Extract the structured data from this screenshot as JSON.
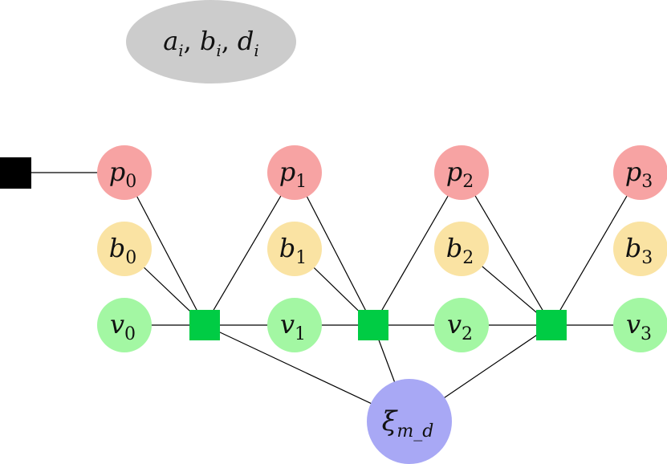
{
  "legend": {
    "text_parts": [
      {
        "base": "a",
        "sub": "i"
      },
      {
        "base": "b",
        "sub": "i"
      },
      {
        "base": "d",
        "sub": "i"
      }
    ],
    "separator": ",",
    "fill": "#cccccc"
  },
  "colors": {
    "p": "#f7a3a3",
    "b": "#fae3a3",
    "v": "#a3f7a3",
    "xi": "#a8a8f5",
    "factor": "#00cc44",
    "prior_factor": "#000000",
    "edge": "#000000"
  },
  "nodes": {
    "p": [
      {
        "base": "p",
        "sub": "0"
      },
      {
        "base": "p",
        "sub": "1"
      },
      {
        "base": "p",
        "sub": "2"
      },
      {
        "base": "p",
        "sub": "3"
      }
    ],
    "b": [
      {
        "base": "b",
        "sub": "0"
      },
      {
        "base": "b",
        "sub": "1"
      },
      {
        "base": "b",
        "sub": "2"
      },
      {
        "base": "b",
        "sub": "3"
      }
    ],
    "v": [
      {
        "base": "v",
        "sub": "0"
      },
      {
        "base": "v",
        "sub": "1"
      },
      {
        "base": "v",
        "sub": "2"
      },
      {
        "base": "v",
        "sub": "3"
      }
    ],
    "xi": {
      "base": "ξ",
      "sub": "m_d"
    }
  }
}
